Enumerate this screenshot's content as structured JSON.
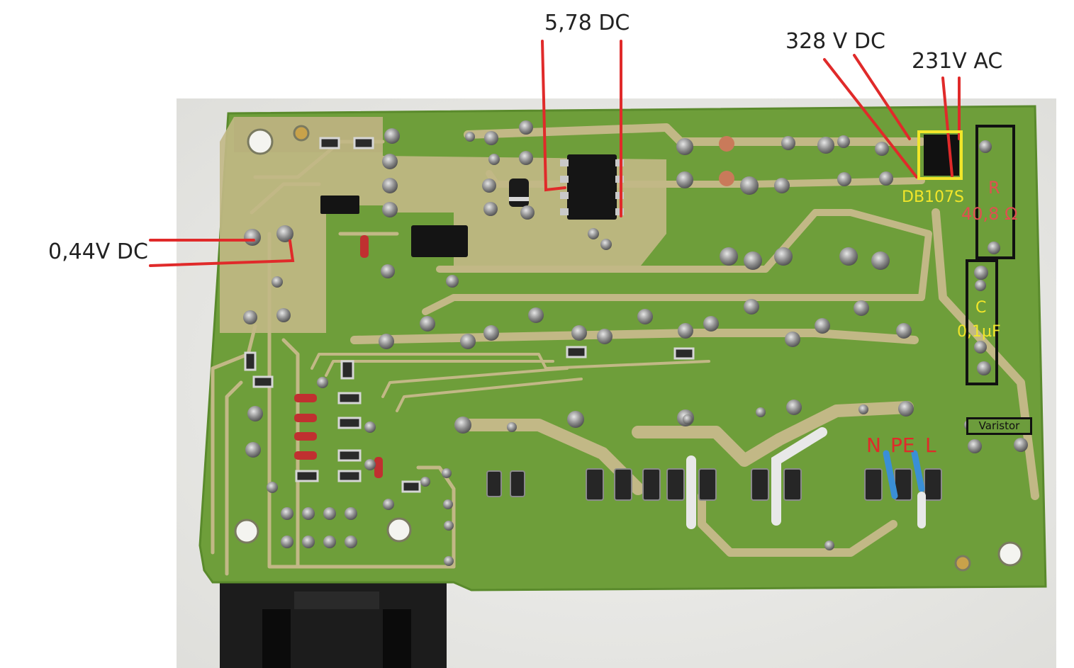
{
  "labels": {
    "v_0_44_dc": "0,44V DC",
    "v_5_78_dc": "5,78 DC",
    "v_328_dc": "328 V DC",
    "v_231_ac": "231V AC",
    "bridge": "DB107S",
    "resistor_letter": "R",
    "resistor_value": "40,8 Ω",
    "capacitor_letter": "C",
    "capacitor_value": "0,1µF",
    "varistor": "Varistor",
    "n": "N",
    "pe": "PE",
    "l": "L"
  },
  "colors": {
    "pcb_green": "#6e9e3a",
    "copper_trace": "#c2b886",
    "background": "#ececea",
    "annotation_red": "#e02a2a",
    "annotation_yellow": "#f2e62a",
    "annotation_black": "#111111",
    "wire_blue": "#3a8fd6"
  }
}
